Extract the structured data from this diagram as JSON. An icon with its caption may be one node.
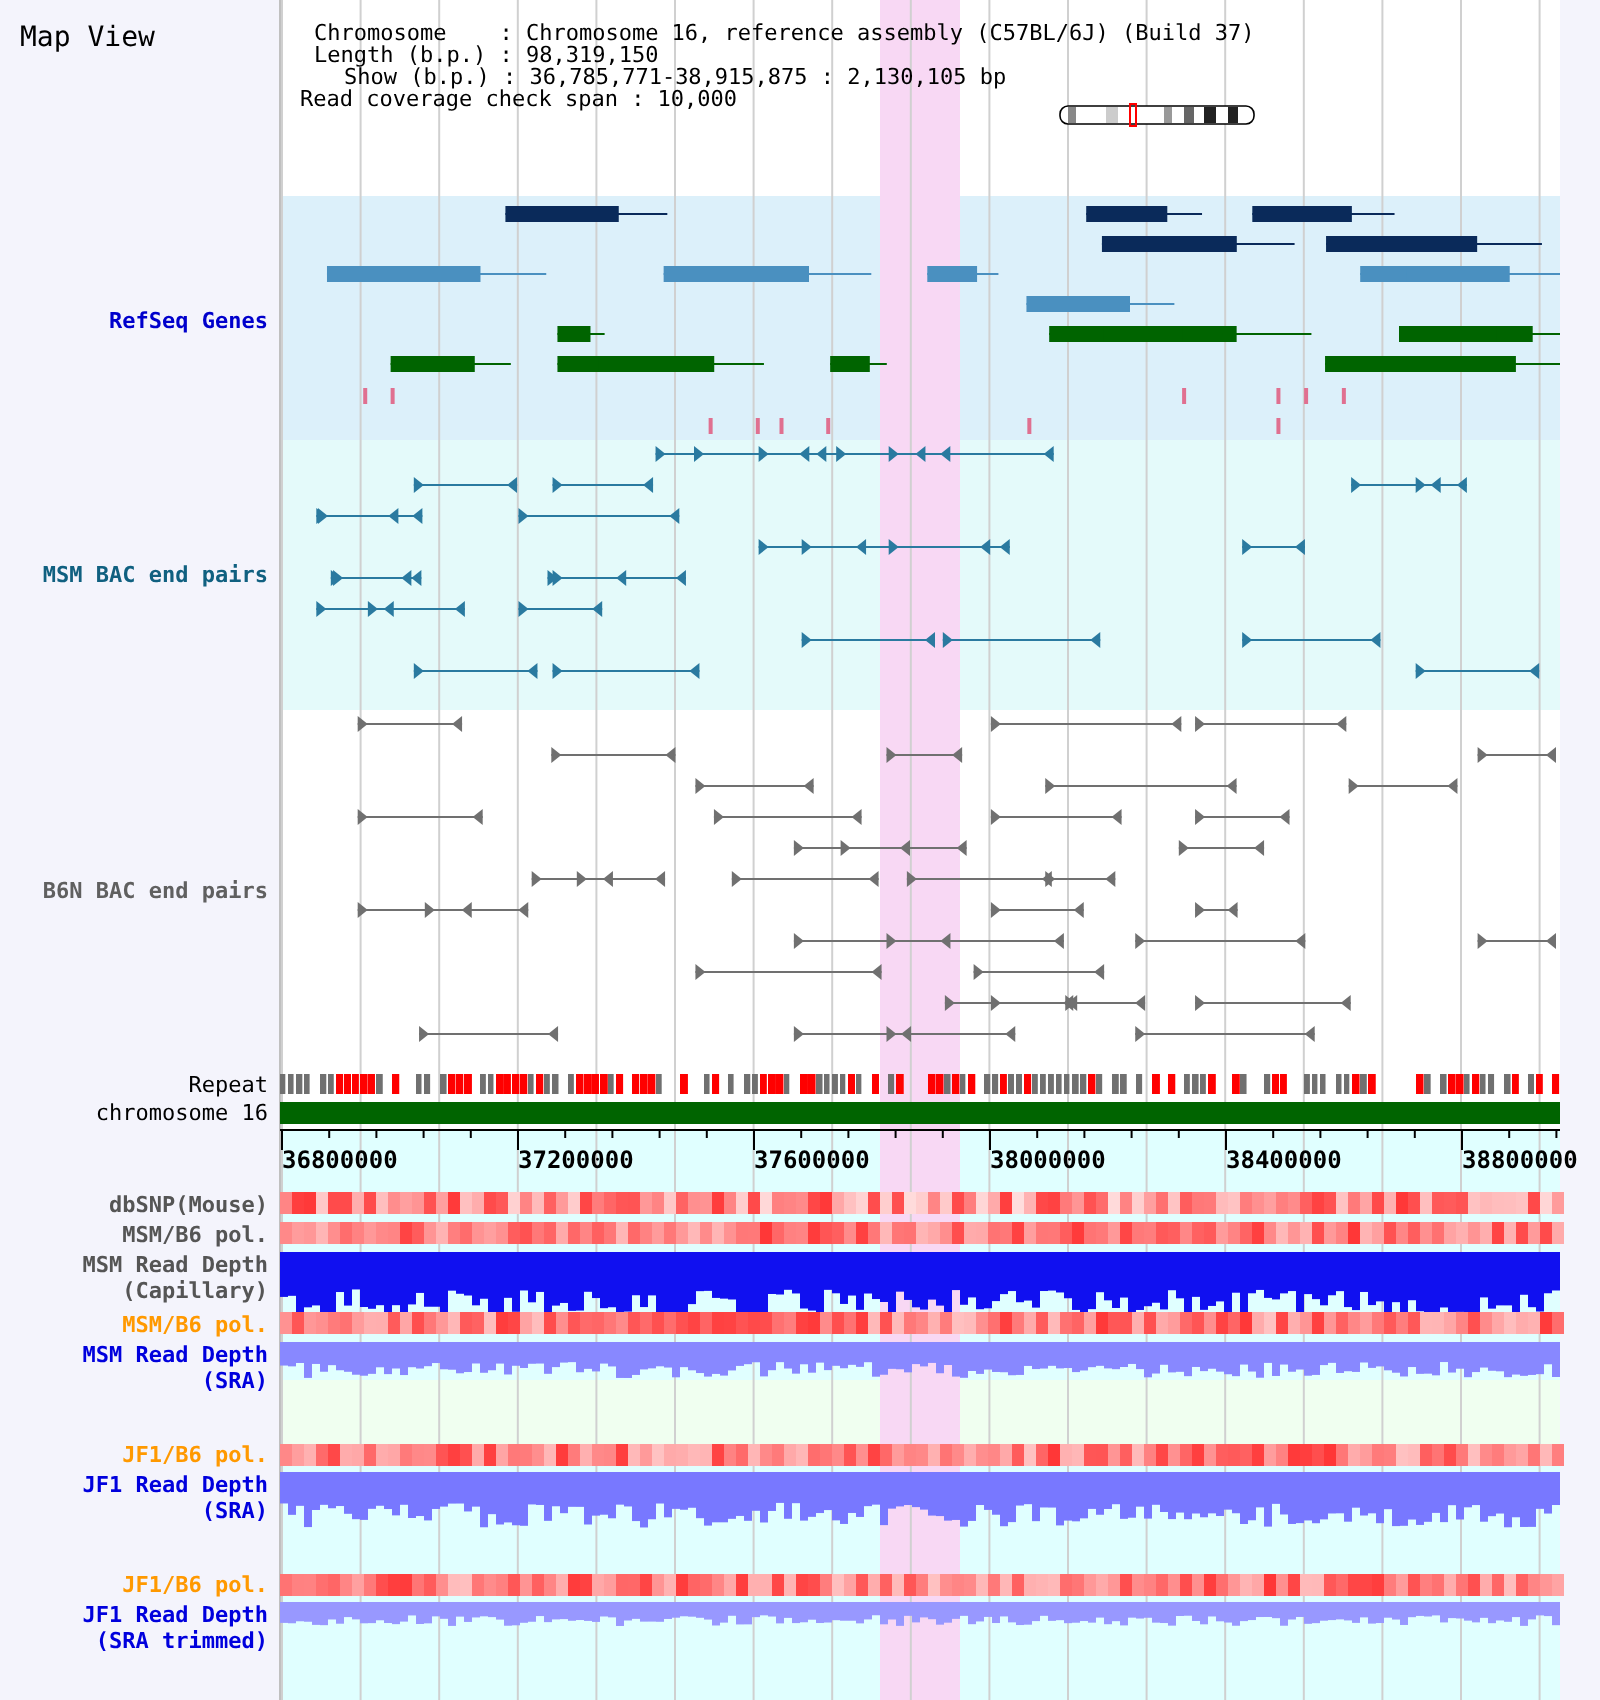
{
  "diagram": {
    "title": "Map View",
    "labels": [
      "Chromosome    : Chromosome 16, reference assembly (C57BL/6J) (Build 37)",
      "Length (b.p.) : 98,319,150",
      "Show (b.p.) : 36,785,771-38,915,875 : 2,130,105 bp",
      "Read coverage check span : 10,000",
      "RefSeq Genes",
      "MSM BAC end pairs",
      "B6N BAC end pairs",
      "Repeat",
      "chromosome 16",
      "36800000",
      "37200000",
      "37600000",
      "38000000",
      "38400000",
      "38800000",
      "dbSNP(Mouse)",
      "MSM/B6 pol.",
      "MSM Read Depth (Capillary)",
      "MSM/B6 pol.",
      "MSM Read Depth (SRA)",
      "JF1/B6 pol.",
      "JF1 Read Depth (SRA)",
      "JF1/B6 pol.",
      "JF1 Read Depth (SRA trimmed)"
    ]
  }
}
